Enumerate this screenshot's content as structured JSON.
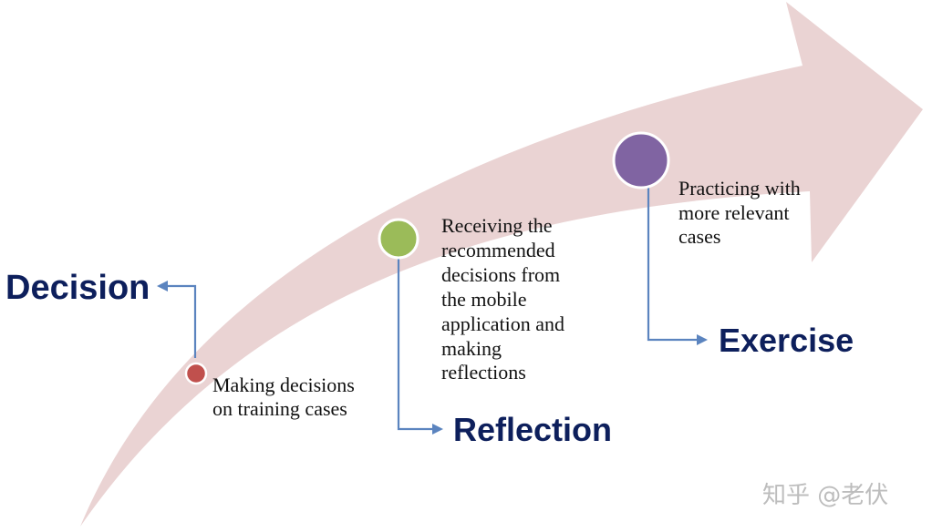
{
  "colors": {
    "arrow_fill": "#ead3d3",
    "connector": "#5b84bf",
    "title_text": "#0d1f5c",
    "dot_decision": "#c0504d",
    "dot_reflection": "#9bbb59",
    "dot_exercise": "#8064a2"
  },
  "stages": [
    {
      "title": "Decision",
      "description": [
        "Making decisions",
        "on training cases"
      ]
    },
    {
      "title": "Reflection",
      "description": [
        "Receiving the",
        "recommended",
        "decisions from",
        "the mobile",
        "application and",
        "making",
        "reflections"
      ]
    },
    {
      "title": "Exercise",
      "description": [
        "Practicing with",
        "more relevant",
        "cases"
      ]
    }
  ],
  "watermark": "知乎 @老伏"
}
